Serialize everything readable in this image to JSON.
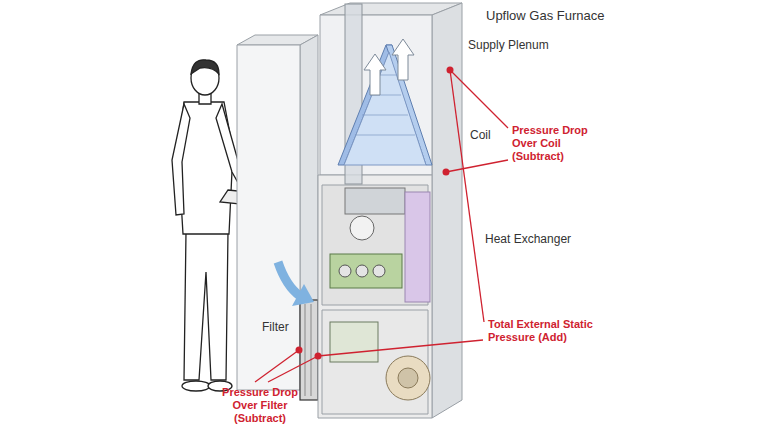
{
  "diagram": {
    "title": "Upflow Gas Furnace",
    "labels": [
      "Supply Plenum",
      "Coil",
      "Pressure Drop Over Coil (Subtract)",
      "Heat Exchanger",
      "Total External Static Pressure (Add)",
      "Filter",
      "Pressure Drop Over Filter (Subtract)"
    ]
  }
}
